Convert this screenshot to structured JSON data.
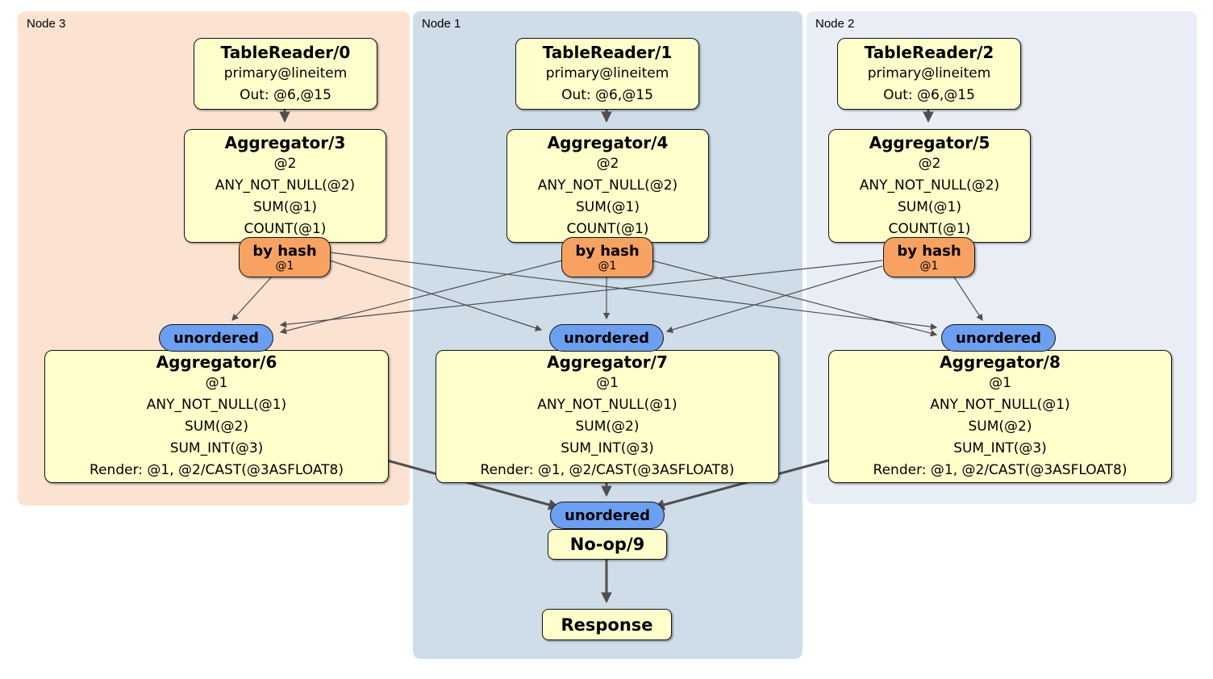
{
  "diagram": {
    "regions": [
      {
        "id": "node3",
        "label": "Node 3"
      },
      {
        "id": "node1",
        "label": "Node 1"
      },
      {
        "id": "node2",
        "label": "Node 2"
      }
    ],
    "router": {
      "label": "by hash",
      "detail": "@1"
    },
    "sync": {
      "label": "unordered"
    },
    "processors": {
      "tr0": {
        "title": "TableReader/0",
        "lines": [
          "primary@lineitem",
          "Out: @6,@15"
        ]
      },
      "tr1": {
        "title": "TableReader/1",
        "lines": [
          "primary@lineitem",
          "Out: @6,@15"
        ]
      },
      "tr2": {
        "title": "TableReader/2",
        "lines": [
          "primary@lineitem",
          "Out: @6,@15"
        ]
      },
      "agg3": {
        "title": "Aggregator/3",
        "lines": [
          "@2",
          "ANY_NOT_NULL(@2)",
          "SUM(@1)",
          "COUNT(@1)"
        ]
      },
      "agg4": {
        "title": "Aggregator/4",
        "lines": [
          "@2",
          "ANY_NOT_NULL(@2)",
          "SUM(@1)",
          "COUNT(@1)"
        ]
      },
      "agg5": {
        "title": "Aggregator/5",
        "lines": [
          "@2",
          "ANY_NOT_NULL(@2)",
          "SUM(@1)",
          "COUNT(@1)"
        ]
      },
      "agg6": {
        "title": "Aggregator/6",
        "lines": [
          "@1",
          "ANY_NOT_NULL(@1)",
          "SUM(@2)",
          "SUM_INT(@3)",
          "Render: @1, @2/CAST(@3ASFLOAT8)"
        ]
      },
      "agg7": {
        "title": "Aggregator/7",
        "lines": [
          "@1",
          "ANY_NOT_NULL(@1)",
          "SUM(@2)",
          "SUM_INT(@3)",
          "Render: @1, @2/CAST(@3ASFLOAT8)"
        ]
      },
      "agg8": {
        "title": "Aggregator/8",
        "lines": [
          "@1",
          "ANY_NOT_NULL(@1)",
          "SUM(@2)",
          "SUM_INT(@3)",
          "Render: @1, @2/CAST(@3ASFLOAT8)"
        ]
      },
      "noop": {
        "title": "No-op/9"
      },
      "response": {
        "title": "Response"
      }
    },
    "colors": {
      "node3_bg": "#fce3d1",
      "node1_bg": "#cfdde9",
      "node2_bg": "#e9eef6",
      "processor_bg": "#ffffcc",
      "router_bg": "#f7a263",
      "sync_bg": "#6d9ff1",
      "edge": "#4f4f4f"
    }
  }
}
